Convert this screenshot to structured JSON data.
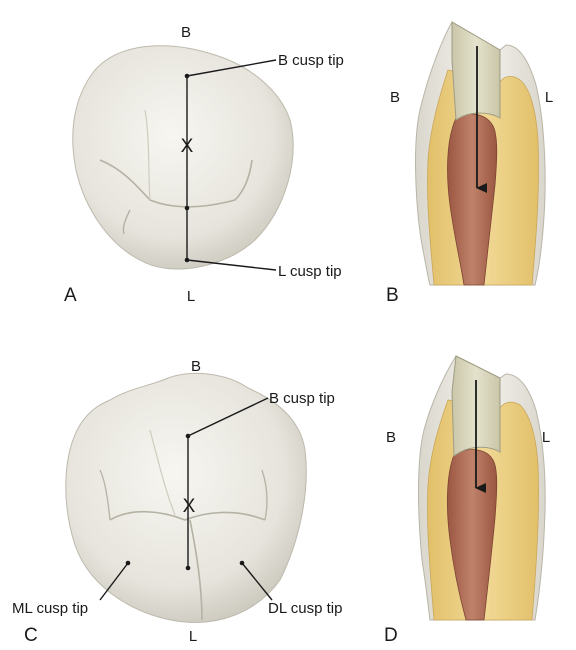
{
  "panels": {
    "A": {
      "letter": "A",
      "top_label": "B",
      "bottom_label": "L",
      "center_mark": "X",
      "callouts": {
        "buccal_tip": "B cusp tip",
        "lingual_tip": "L cusp tip"
      }
    },
    "B": {
      "letter": "B",
      "left_label": "B",
      "right_label": "L"
    },
    "C": {
      "letter": "C",
      "top_label": "B",
      "bottom_label": "L",
      "center_mark": "X",
      "callouts": {
        "buccal_tip": "B cusp tip",
        "ml_tip": "ML cusp tip",
        "dl_tip": "DL cusp tip"
      }
    },
    "D": {
      "letter": "D",
      "left_label": "B",
      "right_label": "L"
    }
  },
  "colors": {
    "enamel": "#e9e7df",
    "enamel_shadow": "#c9c6bb",
    "dentin": "#e6c878",
    "dentin_light": "#f3dfa4",
    "pulp": "#b6735a",
    "pulp_dark": "#8c4c38",
    "cavity_wall": "#d2cfb4",
    "line": "#1a1a1a"
  }
}
